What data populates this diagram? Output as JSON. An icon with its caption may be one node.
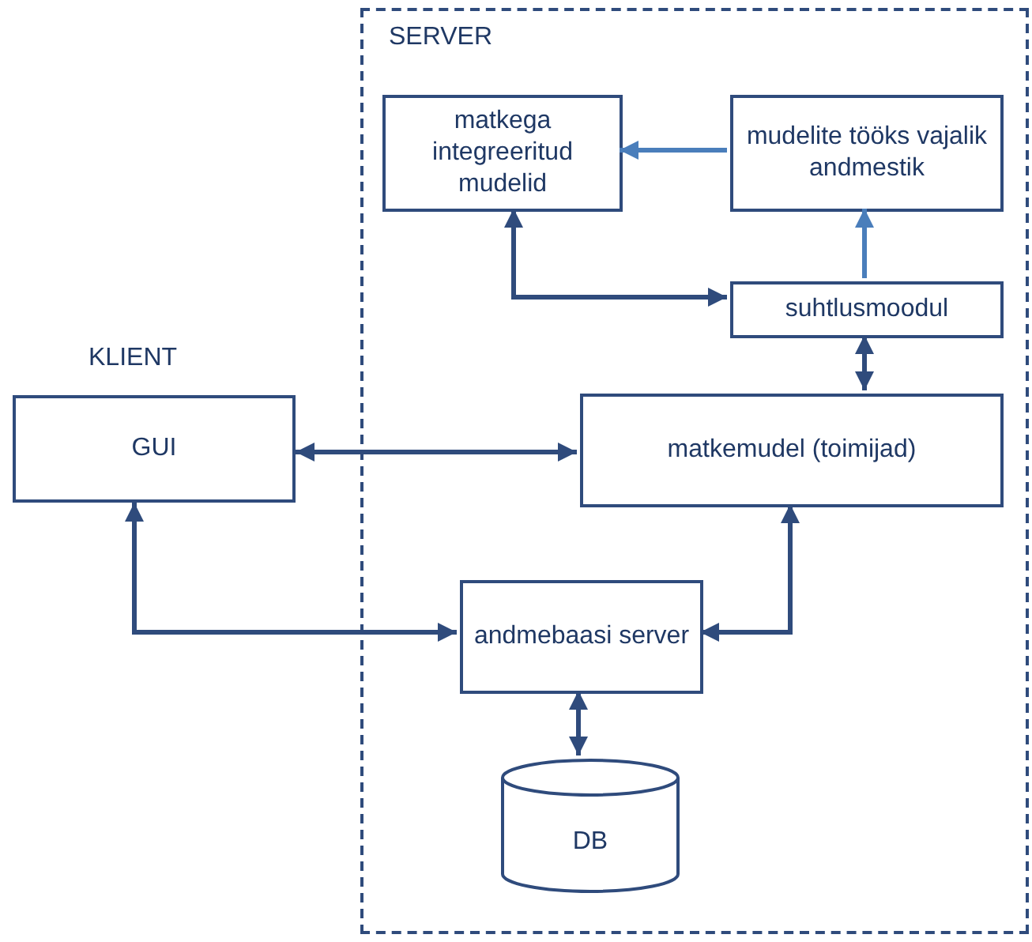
{
  "diagram": {
    "nodes": [
      {
        "text": [
          "SERVER"
        ]
      },
      {
        "text": [
          "matkega integreeritud mudelid"
        ],
        "in": 0
      },
      {
        "text": [
          "mudelite tööks vajalik andmestik"
        ],
        "in": 0
      },
      {
        "text": [
          "suhtlusmoodul"
        ],
        "in": 0
      },
      {
        "text": [
          "KLIENT",
          "GUI"
        ]
      },
      {
        "text": [
          "matkemudel (toimijad)"
        ],
        "in": 0
      },
      {
        "text": [
          "andmebaasi server"
        ],
        "in": 0
      },
      {
        "text": [
          "DB"
        ],
        "in": 0
      }
    ],
    "edges": [
      {
        "from": 2,
        "to": 1,
        "arrow": "to",
        "color": "#4a7ebb"
      },
      {
        "from": 3,
        "to": 2,
        "arrow": "to",
        "color": "#4a7ebb"
      },
      {
        "from": 1,
        "to": 3,
        "arrow": "both"
      },
      {
        "from": 3,
        "to": 5,
        "arrow": "both"
      },
      {
        "from": 4,
        "to": 5,
        "arrow": "both"
      },
      {
        "from": 4,
        "to": 6,
        "arrow": "both"
      },
      {
        "from": 6,
        "to": 5,
        "arrow": "both"
      },
      {
        "from": 6,
        "to": 7,
        "arrow": "both"
      }
    ]
  }
}
